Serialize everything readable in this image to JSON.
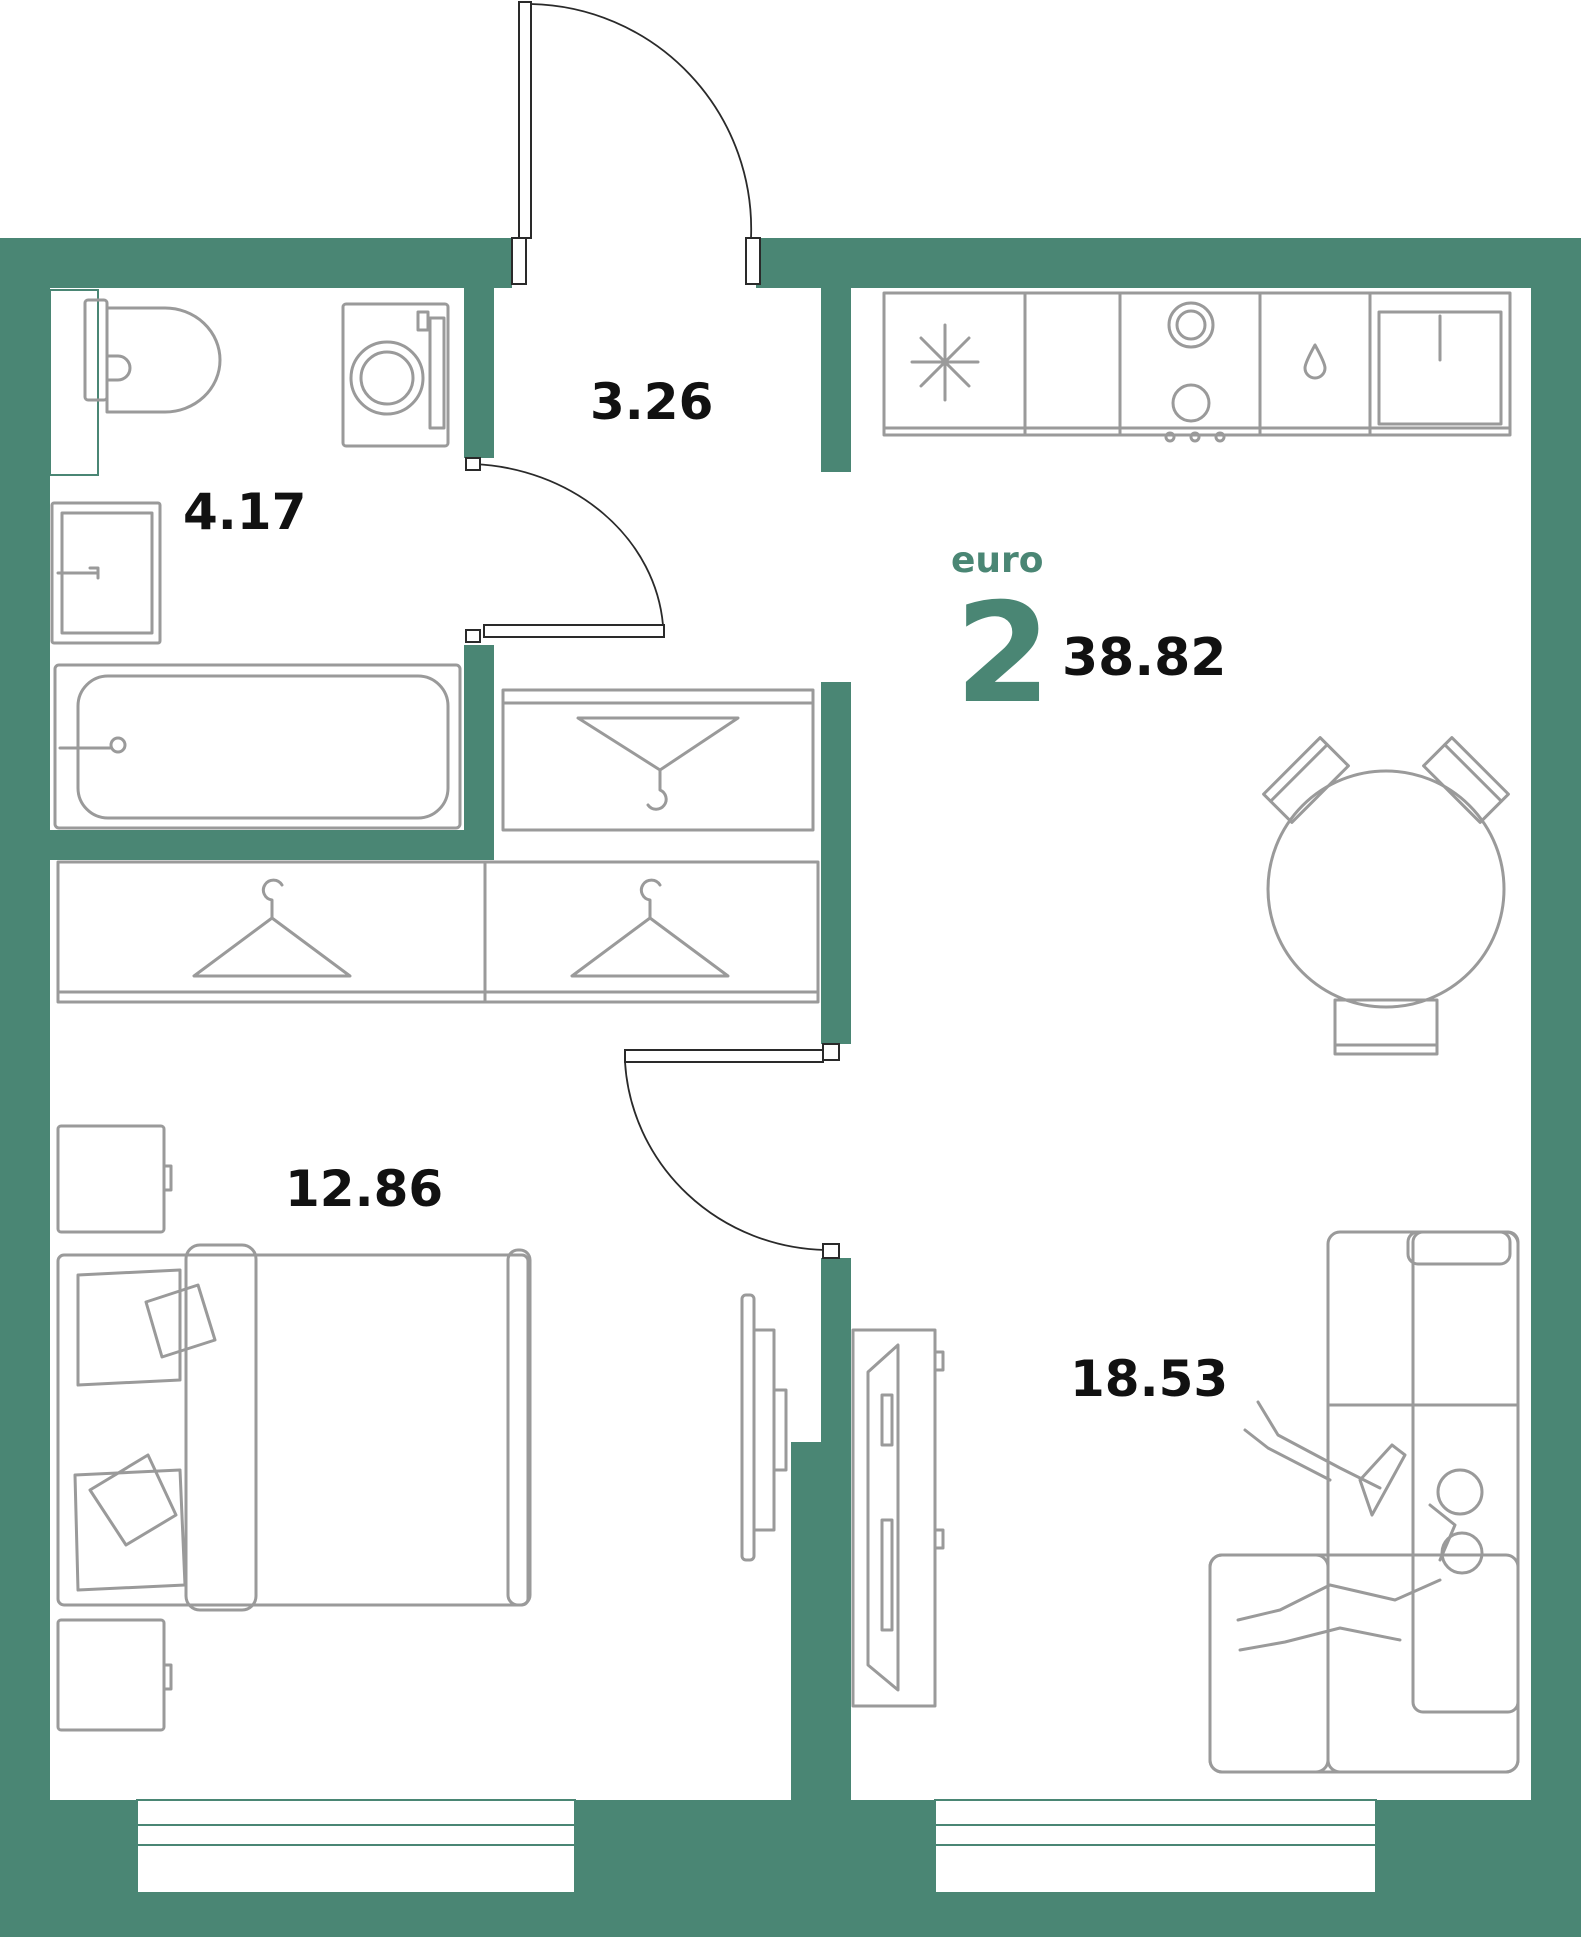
{
  "plan": {
    "type_label": "euro",
    "rooms": "2",
    "total_area": "38.82",
    "accent_color": "#4a8674",
    "room_areas": {
      "hall": "3.26",
      "bathroom": "4.17",
      "bedroom": "12.86",
      "living_kitchen": "18.53"
    }
  }
}
